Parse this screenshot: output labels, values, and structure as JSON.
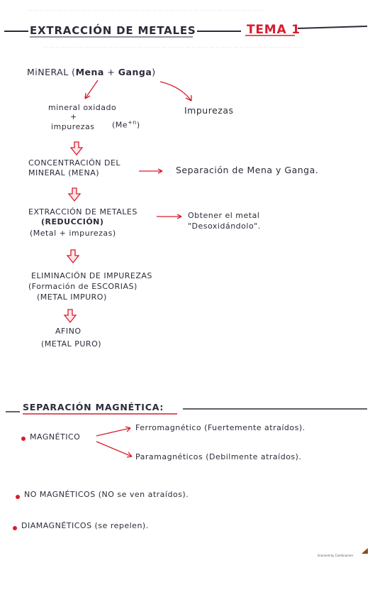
{
  "header": {
    "title": "EXTRACCIÓN DE METALES",
    "topic": "TEMA 1"
  },
  "flow": {
    "mineral": "MiNERAL (",
    "mena": "Mena",
    "plus": "+",
    "ganga": "Ganga",
    "mineral_close": ")",
    "oxidado_1": "mineral oxidado",
    "oxidado_plus": "+",
    "oxidado_2": "impurezas",
    "oxidado_ion": "(Me",
    "oxidado_ion_sup": "+n",
    "oxidado_ion_close": ")",
    "impurezas": "Impurezas",
    "concentracion_1": "CONCENTRACIÓN DEL",
    "concentracion_2": "MINERAL (MENA)",
    "separacion": "Separación de Mena y Ganga.",
    "extraccion_1": "EXTRACCIÓN DE METALES",
    "extraccion_2": "(REDUCCIÓN)",
    "extraccion_3": "(Metal + impurezas)",
    "obtener_1": "Obtener el metal",
    "obtener_2": "\"Desoxidándolo\".",
    "eliminacion_1": "ELIMINACIÓN DE IMPUREZAS",
    "eliminacion_2": "(Formación de ESCORIAS)",
    "eliminacion_3": "(METAL IMPURO)",
    "afino_1": "AFINO",
    "afino_2": "(METAL PURO)"
  },
  "magnetic": {
    "title": "SEPARACIÓN MAGNÉTICA:",
    "magnetico": "MAGNÉTICO",
    "ferro": "Ferromagnético (Fuertemente atraídos).",
    "para": "Paramagnéticos (Debilmente atraídos).",
    "no_magneticos": "NO MAGNÉTICOS (NO se ven atraídos).",
    "diamagneticos": "DIAMAGNÉTICOS (se repelen)."
  },
  "footer": {
    "scanner": "Scanned by CamScanner"
  },
  "colors": {
    "ink": "#2b2b3a",
    "accent": "#d81c2c"
  }
}
